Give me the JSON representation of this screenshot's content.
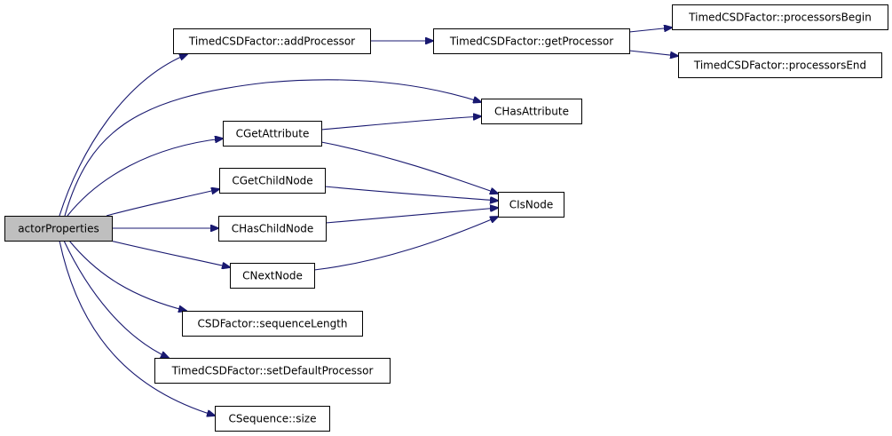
{
  "graph": {
    "edge_color": "#191970",
    "root_fill": "#bfbfbf",
    "node_fill": "#ffffff",
    "nodes": [
      {
        "id": "actorProperties",
        "label": "actorProperties",
        "root": true
      },
      {
        "id": "addProcessor",
        "label": "TimedCSDFactor::addProcessor"
      },
      {
        "id": "getProcessor",
        "label": "TimedCSDFactor::getProcessor"
      },
      {
        "id": "processorsBegin",
        "label": "TimedCSDFactor::processorsBegin"
      },
      {
        "id": "processorsEnd",
        "label": "TimedCSDFactor::processorsEnd"
      },
      {
        "id": "CHasAttribute",
        "label": "CHasAttribute"
      },
      {
        "id": "CGetAttribute",
        "label": "CGetAttribute"
      },
      {
        "id": "CIsNode",
        "label": "CIsNode"
      },
      {
        "id": "CGetChildNode",
        "label": "CGetChildNode"
      },
      {
        "id": "CHasChildNode",
        "label": "CHasChildNode"
      },
      {
        "id": "CNextNode",
        "label": "CNextNode"
      },
      {
        "id": "sequenceLength",
        "label": "CSDFactor::sequenceLength"
      },
      {
        "id": "setDefaultProcessor",
        "label": "TimedCSDFactor::setDefaultProcessor"
      },
      {
        "id": "size",
        "label": "CSequence::size"
      }
    ],
    "edges": [
      {
        "from": "actorProperties",
        "to": "addProcessor"
      },
      {
        "from": "actorProperties",
        "to": "CHasAttribute"
      },
      {
        "from": "actorProperties",
        "to": "CGetAttribute"
      },
      {
        "from": "actorProperties",
        "to": "CGetChildNode"
      },
      {
        "from": "actorProperties",
        "to": "CHasChildNode"
      },
      {
        "from": "actorProperties",
        "to": "CNextNode"
      },
      {
        "from": "actorProperties",
        "to": "sequenceLength"
      },
      {
        "from": "actorProperties",
        "to": "setDefaultProcessor"
      },
      {
        "from": "actorProperties",
        "to": "size"
      },
      {
        "from": "addProcessor",
        "to": "getProcessor"
      },
      {
        "from": "getProcessor",
        "to": "processorsBegin"
      },
      {
        "from": "getProcessor",
        "to": "processorsEnd"
      },
      {
        "from": "CGetAttribute",
        "to": "CHasAttribute"
      },
      {
        "from": "CGetAttribute",
        "to": "CIsNode"
      },
      {
        "from": "CGetChildNode",
        "to": "CIsNode"
      },
      {
        "from": "CHasChildNode",
        "to": "CIsNode"
      },
      {
        "from": "CNextNode",
        "to": "CIsNode"
      }
    ]
  }
}
